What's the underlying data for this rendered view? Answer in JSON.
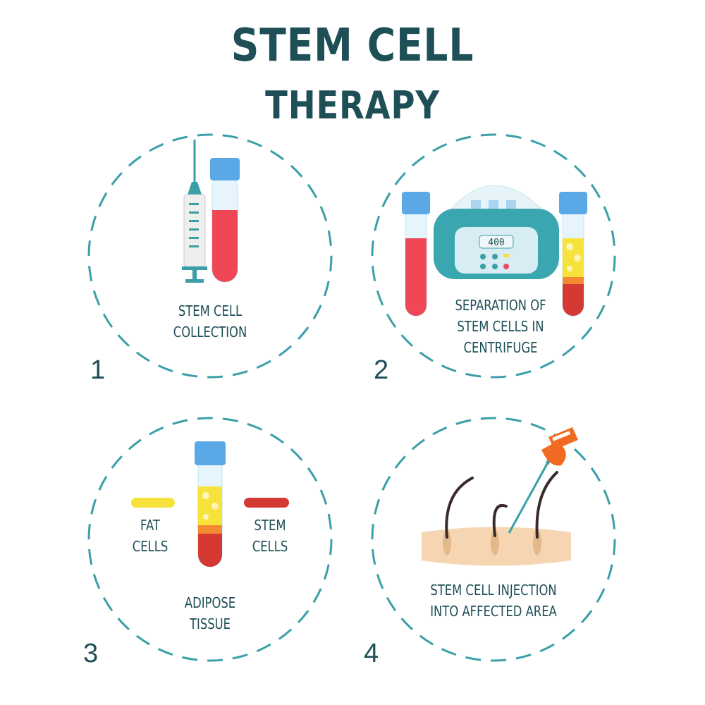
{
  "title": {
    "line1": "STEM CELL",
    "line2": "THERAPY"
  },
  "colors": {
    "title": "#1e4f57",
    "dash_ring": "#3a9fa8",
    "blood": "#ef4756",
    "fat": "#f7e23b",
    "stem": "#d43a33",
    "cap": "#5aa9e6",
    "centrifuge": "#3aa7b0",
    "needle_hub": "#f26a22",
    "skin": "#f6d6b2"
  },
  "steps": [
    {
      "number": "1",
      "caption": "STEM CELL\nCOLLECTION"
    },
    {
      "number": "2",
      "caption": "SEPARATION OF\nSTEM CELLS IN\nCENTRIFUGE",
      "display_value": "400"
    },
    {
      "number": "3",
      "caption": "ADIPOSE\nTISSUE",
      "legend_fat": "FAT\nCELLS",
      "legend_stem": "STEM\nCELLS"
    },
    {
      "number": "4",
      "caption": "STEM CELL INJECTION\nINTO AFFECTED AREA"
    }
  ]
}
